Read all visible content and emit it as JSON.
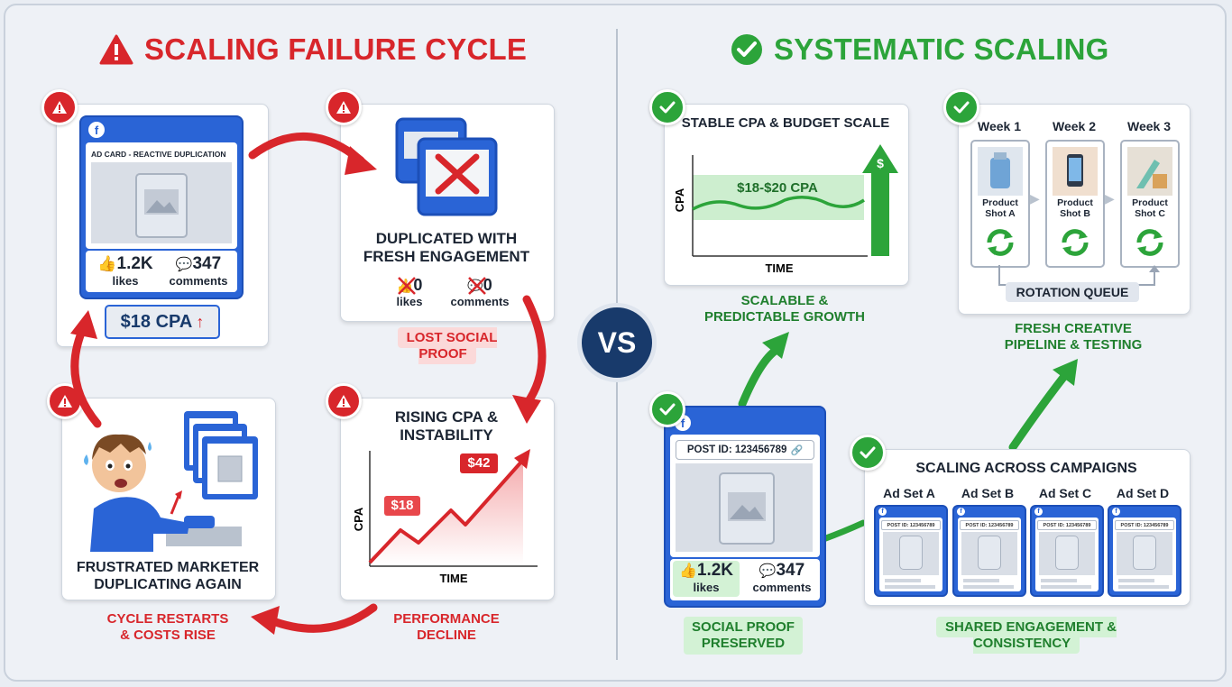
{
  "left": {
    "title": "SCALING FAILURE CYCLE",
    "ad_card": {
      "header": "AD CARD - REACTIVE DUPLICATION",
      "likes_value": "1.2K",
      "likes_label": "likes",
      "comments_value": "347",
      "comments_label": "comments",
      "cpa": "$18 CPA"
    },
    "duplicated": {
      "title_line1": "DUPLICATED WITH",
      "title_line2": "FRESH ENGAGEMENT",
      "likes_value": "0",
      "likes_label": "likes",
      "comments_value": "0",
      "comments_label": "comments",
      "caption": "LOST SOCIAL PROOF"
    },
    "rising": {
      "title_line1": "RISING CPA &",
      "title_line2": "INSTABILITY",
      "ylabel": "CPA",
      "xlabel": "TIME",
      "start_value": "$18",
      "end_value": "$42",
      "caption_line1": "PERFORMANCE",
      "caption_line2": "DECLINE"
    },
    "marketer": {
      "title_line1": "FRUSTRATED MARKETER",
      "title_line2": "DUPLICATING AGAIN",
      "caption_line1": "CYCLE RESTARTS",
      "caption_line2": "& COSTS RISE"
    }
  },
  "vs_label": "VS",
  "right": {
    "title": "SYSTEMATIC SCALING",
    "stable": {
      "title": "STABLE CPA & BUDGET SCALE",
      "ylabel": "CPA",
      "xlabel": "TIME",
      "band_label": "$18-$20 CPA",
      "dollar": "$",
      "caption_line1": "SCALABLE &",
      "caption_line2": "PREDICTABLE GROWTH"
    },
    "rotation": {
      "weeks": [
        {
          "label": "Week 1",
          "shot_line1": "Product",
          "shot_line2": "Shot A"
        },
        {
          "label": "Week 2",
          "shot_line1": "Product",
          "shot_line2": "Shot B"
        },
        {
          "label": "Week 3",
          "shot_line1": "Product",
          "shot_line2": "Shot C"
        }
      ],
      "queue_label": "ROTATION QUEUE",
      "caption_line1": "FRESH CREATIVE",
      "caption_line2": "PIPELINE & TESTING"
    },
    "post": {
      "post_id": "POST ID: 123456789",
      "likes_value": "1.2K",
      "likes_label": "likes",
      "comments_value": "347",
      "comments_label": "comments",
      "caption_line1": "SOCIAL PROOF",
      "caption_line2": "PRESERVED"
    },
    "campaigns": {
      "title": "SCALING ACROSS CAMPAIGNS",
      "ad_sets": [
        "Ad Set A",
        "Ad Set B",
        "Ad Set C",
        "Ad Set D"
      ],
      "mini_post_id": "POST ID: 123456789",
      "caption": "SHARED ENGAGEMENT & CONSISTENCY"
    }
  },
  "colors": {
    "red": "#d8262b",
    "green": "#2ca43a",
    "blue": "#2a64d6",
    "navy": "#183a6b"
  }
}
